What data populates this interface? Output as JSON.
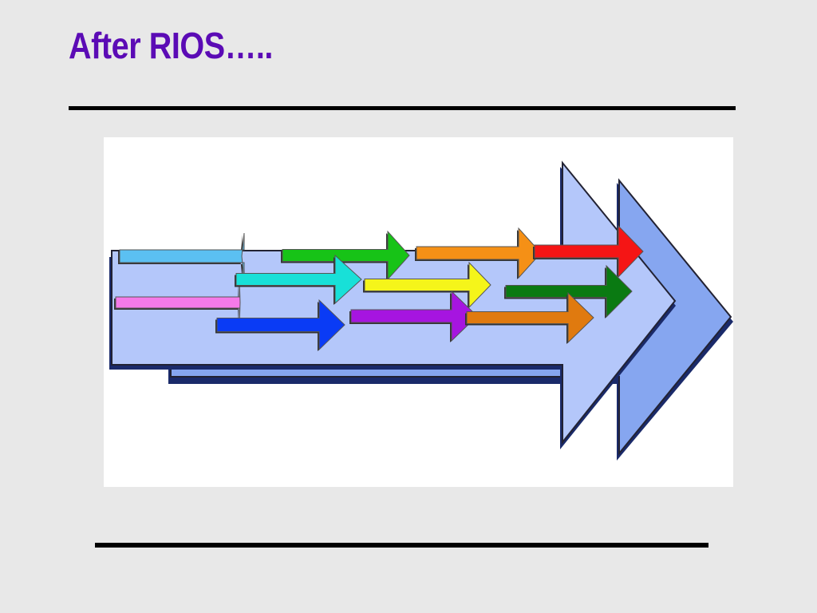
{
  "slide": {
    "title": "After RIOS…..",
    "title_color": "#5b0bb5",
    "background_color": "#e8e8e8"
  },
  "diagram": {
    "description_icon": "process-flow-arrows",
    "big_arrow_front_color": "#b4c7fa",
    "big_arrow_back_color": "#86a6f0",
    "small_arrows": [
      {
        "name": "arrow-light-blue",
        "color": "#5bc0f2"
      },
      {
        "name": "arrow-pink",
        "color": "#f57ae8"
      },
      {
        "name": "arrow-green",
        "color": "#17c317"
      },
      {
        "name": "arrow-cyan",
        "color": "#18e0d8"
      },
      {
        "name": "arrow-blue",
        "color": "#0a3bf5"
      },
      {
        "name": "arrow-orange",
        "color": "#f59016"
      },
      {
        "name": "arrow-yellow",
        "color": "#f5f51a"
      },
      {
        "name": "arrow-purple",
        "color": "#a615e0"
      },
      {
        "name": "arrow-red",
        "color": "#f51515"
      },
      {
        "name": "arrow-dark-green",
        "color": "#0a7a12"
      },
      {
        "name": "arrow-dark-orange",
        "color": "#e07a0f"
      }
    ]
  }
}
